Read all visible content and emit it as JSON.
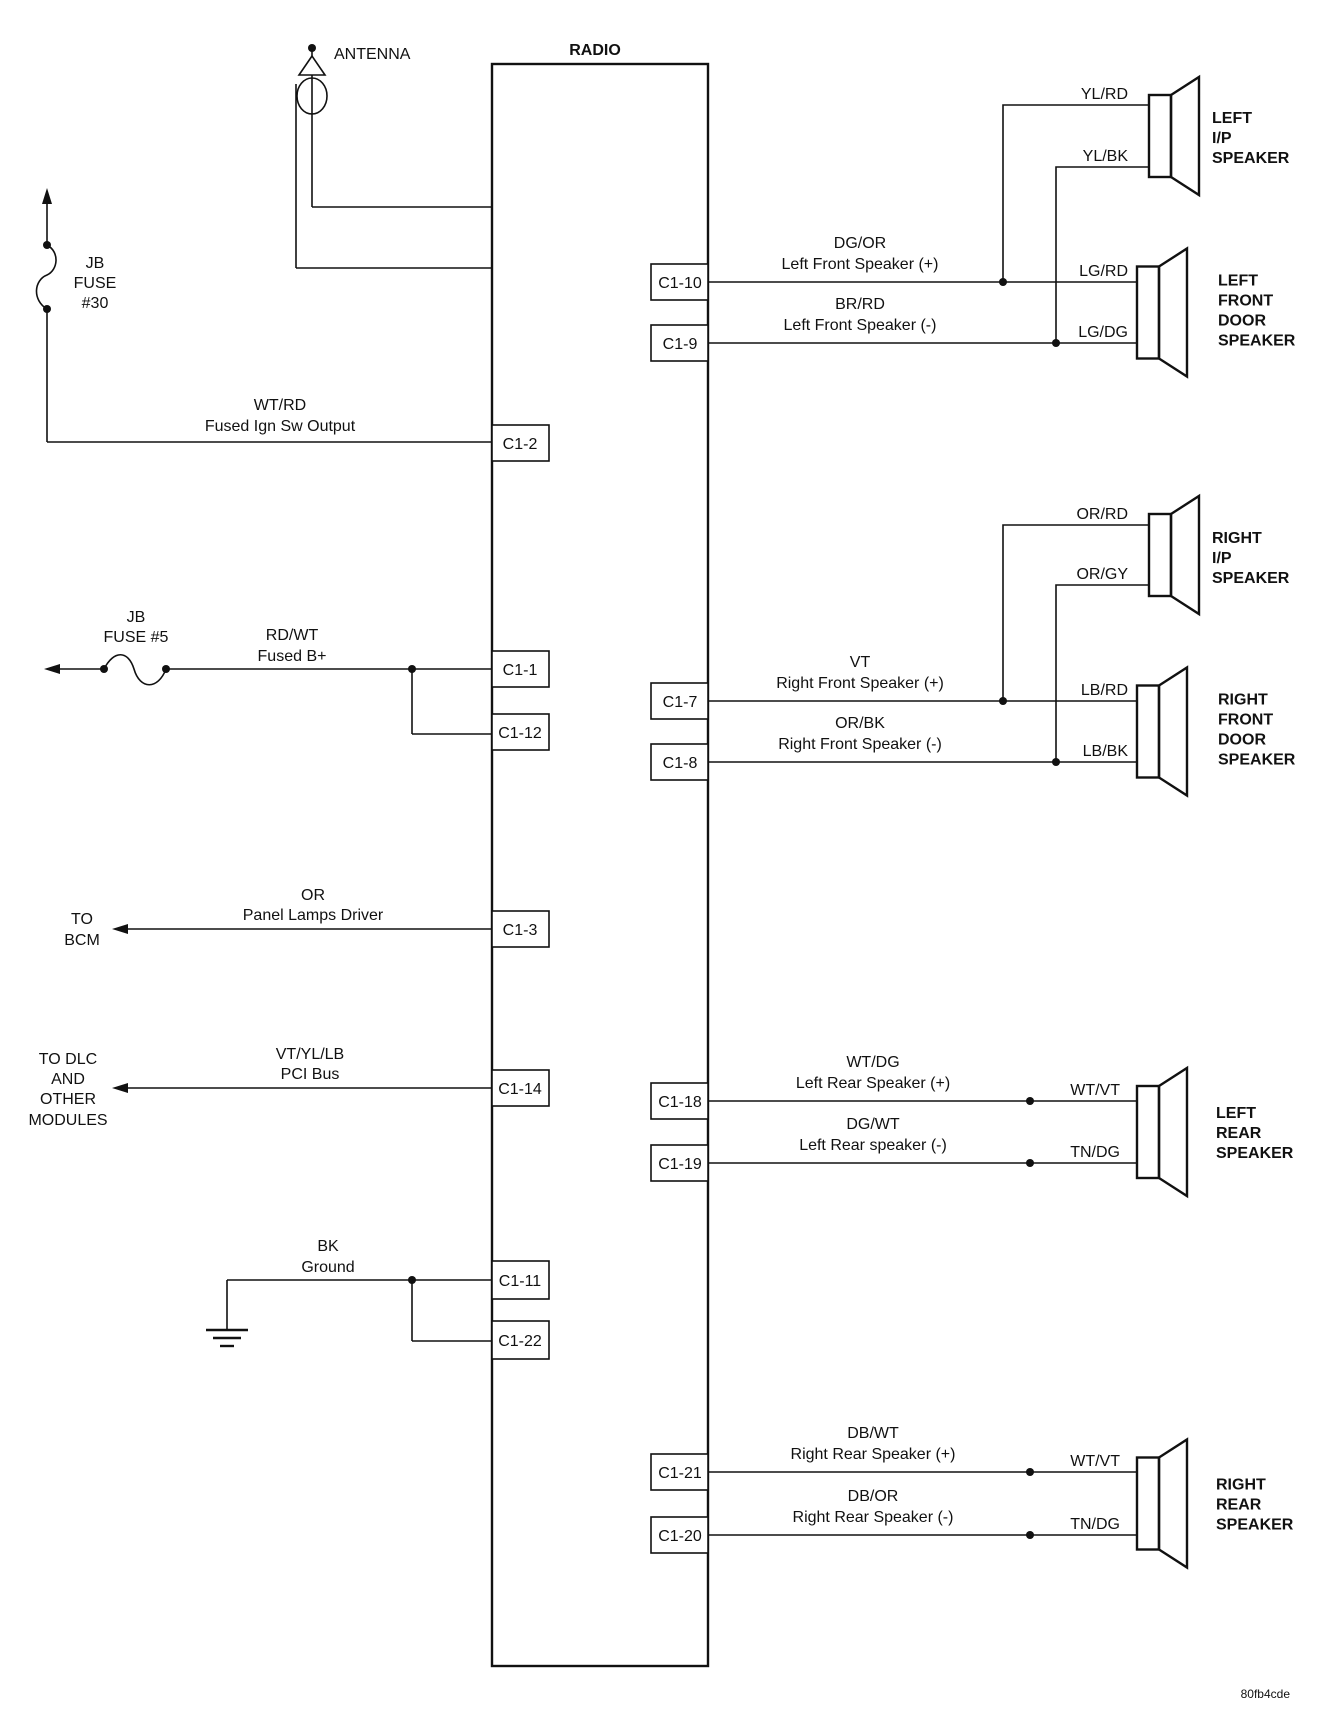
{
  "title": "RADIO",
  "figure_id": "80fb4cde",
  "antenna": {
    "label": "ANTENNA"
  },
  "left_circuits": [
    {
      "id": "ign",
      "connector": "C1-2",
      "wire_color": "WT/RD",
      "function": "Fused Ign Sw Output",
      "source": [
        "JB",
        "FUSE",
        "#30"
      ]
    },
    {
      "id": "bplus",
      "connector": "C1-1",
      "connector2": "C1-12",
      "wire_color": "RD/WT",
      "function": "Fused B+",
      "source": [
        "JB",
        "FUSE #5"
      ]
    },
    {
      "id": "panel",
      "connector": "C1-3",
      "wire_color": "OR",
      "function": "Panel Lamps Driver",
      "dest": [
        "TO",
        "BCM"
      ]
    },
    {
      "id": "pci",
      "connector": "C1-14",
      "wire_color": "VT/YL/LB",
      "function": "PCI Bus",
      "dest": [
        "TO DLC",
        "AND",
        "OTHER",
        "MODULES"
      ]
    },
    {
      "id": "gnd",
      "connector": "C1-11",
      "connector2": "C1-22",
      "wire_color": "BK",
      "function": "Ground"
    }
  ],
  "speakers": [
    {
      "id": "left-ip",
      "name": [
        "LEFT",
        "I/P",
        "SPEAKER"
      ],
      "pos_wire": "YL/RD",
      "neg_wire": "YL/BK"
    },
    {
      "id": "left-front-door",
      "name": [
        "LEFT",
        "FRONT",
        "DOOR",
        "SPEAKER"
      ],
      "pos_wire": "LG/RD",
      "neg_wire": "LG/DG",
      "pos_connector": "C1-10",
      "neg_connector": "C1-9",
      "pos_color": "DG/OR",
      "pos_function": "Left Front Speaker (+)",
      "neg_color": "BR/RD",
      "neg_function": "Left Front Speaker (-)"
    },
    {
      "id": "right-ip",
      "name": [
        "RIGHT",
        "I/P",
        "SPEAKER"
      ],
      "pos_wire": "OR/RD",
      "neg_wire": "OR/GY"
    },
    {
      "id": "right-front-door",
      "name": [
        "RIGHT",
        "FRONT",
        "DOOR",
        "SPEAKER"
      ],
      "pos_wire": "LB/RD",
      "neg_wire": "LB/BK",
      "pos_connector": "C1-7",
      "neg_connector": "C1-8",
      "pos_color": "VT",
      "pos_function": "Right Front Speaker (+)",
      "neg_color": "OR/BK",
      "neg_function": "Right Front Speaker (-)"
    },
    {
      "id": "left-rear",
      "name": [
        "LEFT",
        "REAR",
        "SPEAKER"
      ],
      "pos_wire": "WT/VT",
      "neg_wire": "TN/DG",
      "pos_connector": "C1-18",
      "neg_connector": "C1-19",
      "pos_color": "WT/DG",
      "pos_function": "Left Rear Speaker (+)",
      "neg_color": "DG/WT",
      "neg_function": "Left Rear speaker (-)"
    },
    {
      "id": "right-rear",
      "name": [
        "RIGHT",
        "REAR",
        "SPEAKER"
      ],
      "pos_wire": "WT/VT",
      "neg_wire": "TN/DG",
      "pos_connector": "C1-21",
      "neg_connector": "C1-20",
      "pos_color": "DB/WT",
      "pos_function": "Right Rear Speaker (+)",
      "neg_color": "DB/OR",
      "neg_function": "Right Rear Speaker (-)"
    }
  ]
}
